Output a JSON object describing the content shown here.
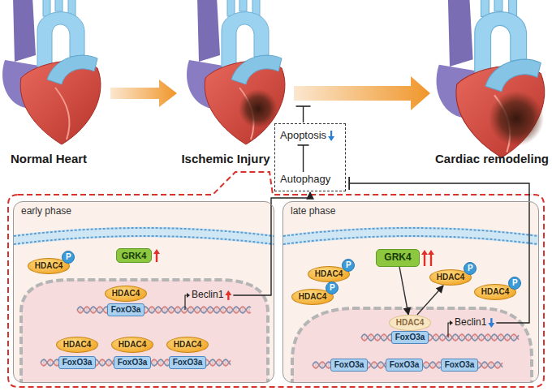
{
  "diagram": {
    "nodes": [
      {
        "text": [
          "Apoptosis",
          "Autophagy"
        ]
      },
      {
        "text": [
          "early phase"
        ]
      },
      {
        "text": [
          "GRK4"
        ],
        "in": 1
      },
      {
        "text": [
          "HDAC4"
        ],
        "in": 1
      },
      {
        "text": [
          "P"
        ],
        "in": 3
      },
      {
        "text": [
          "HDAC4"
        ],
        "in": 1
      },
      {
        "text": [
          "FoxO3a"
        ],
        "in": 1
      },
      {
        "text": [
          "HDAC4"
        ],
        "in": 1
      },
      {
        "text": [
          "HDAC4"
        ],
        "in": 1
      },
      {
        "text": [
          "HDAC4"
        ],
        "in": 1
      },
      {
        "text": [
          "FoxO3a"
        ],
        "in": 1
      },
      {
        "text": [
          "FoxO3a"
        ],
        "in": 1
      },
      {
        "text": [
          "FoxO3a"
        ],
        "in": 1
      },
      {
        "text": [
          "late phase"
        ]
      },
      {
        "text": [
          "GRK4"
        ],
        "in": 13
      },
      {
        "text": [
          "HDAC4"
        ],
        "in": 13
      },
      {
        "text": [
          "P"
        ],
        "in": 15
      },
      {
        "text": [
          "HDAC4"
        ],
        "in": 13
      },
      {
        "text": [
          "P"
        ],
        "in": 17
      },
      {
        "text": [
          "HDAC4"
        ],
        "in": 13
      },
      {
        "text": [
          "FoxO3a"
        ],
        "in": 13
      },
      {
        "text": [
          "HDAC4"
        ],
        "in": 13
      },
      {
        "text": [
          "P"
        ],
        "in": 21
      },
      {
        "text": [
          "HDAC4"
        ],
        "in": 13
      },
      {
        "text": [
          "P"
        ],
        "in": 23
      },
      {
        "text": [
          "FoxO3a"
        ],
        "in": 13
      },
      {
        "text": [
          "FoxO3a"
        ],
        "in": 13
      },
      {
        "text": [
          "FoxO3a"
        ],
        "in": 13
      }
    ],
    "edges": [
      {
        "from": 14,
        "to": 19,
        "arrow": "to"
      },
      {
        "from": 19,
        "to": 21,
        "arrow": "to"
      }
    ],
    "labels": [
      "Normal Heart",
      "Ischemic Injury",
      "Cardiac remodeling",
      "Beclin1",
      "Beclin1"
    ]
  }
}
